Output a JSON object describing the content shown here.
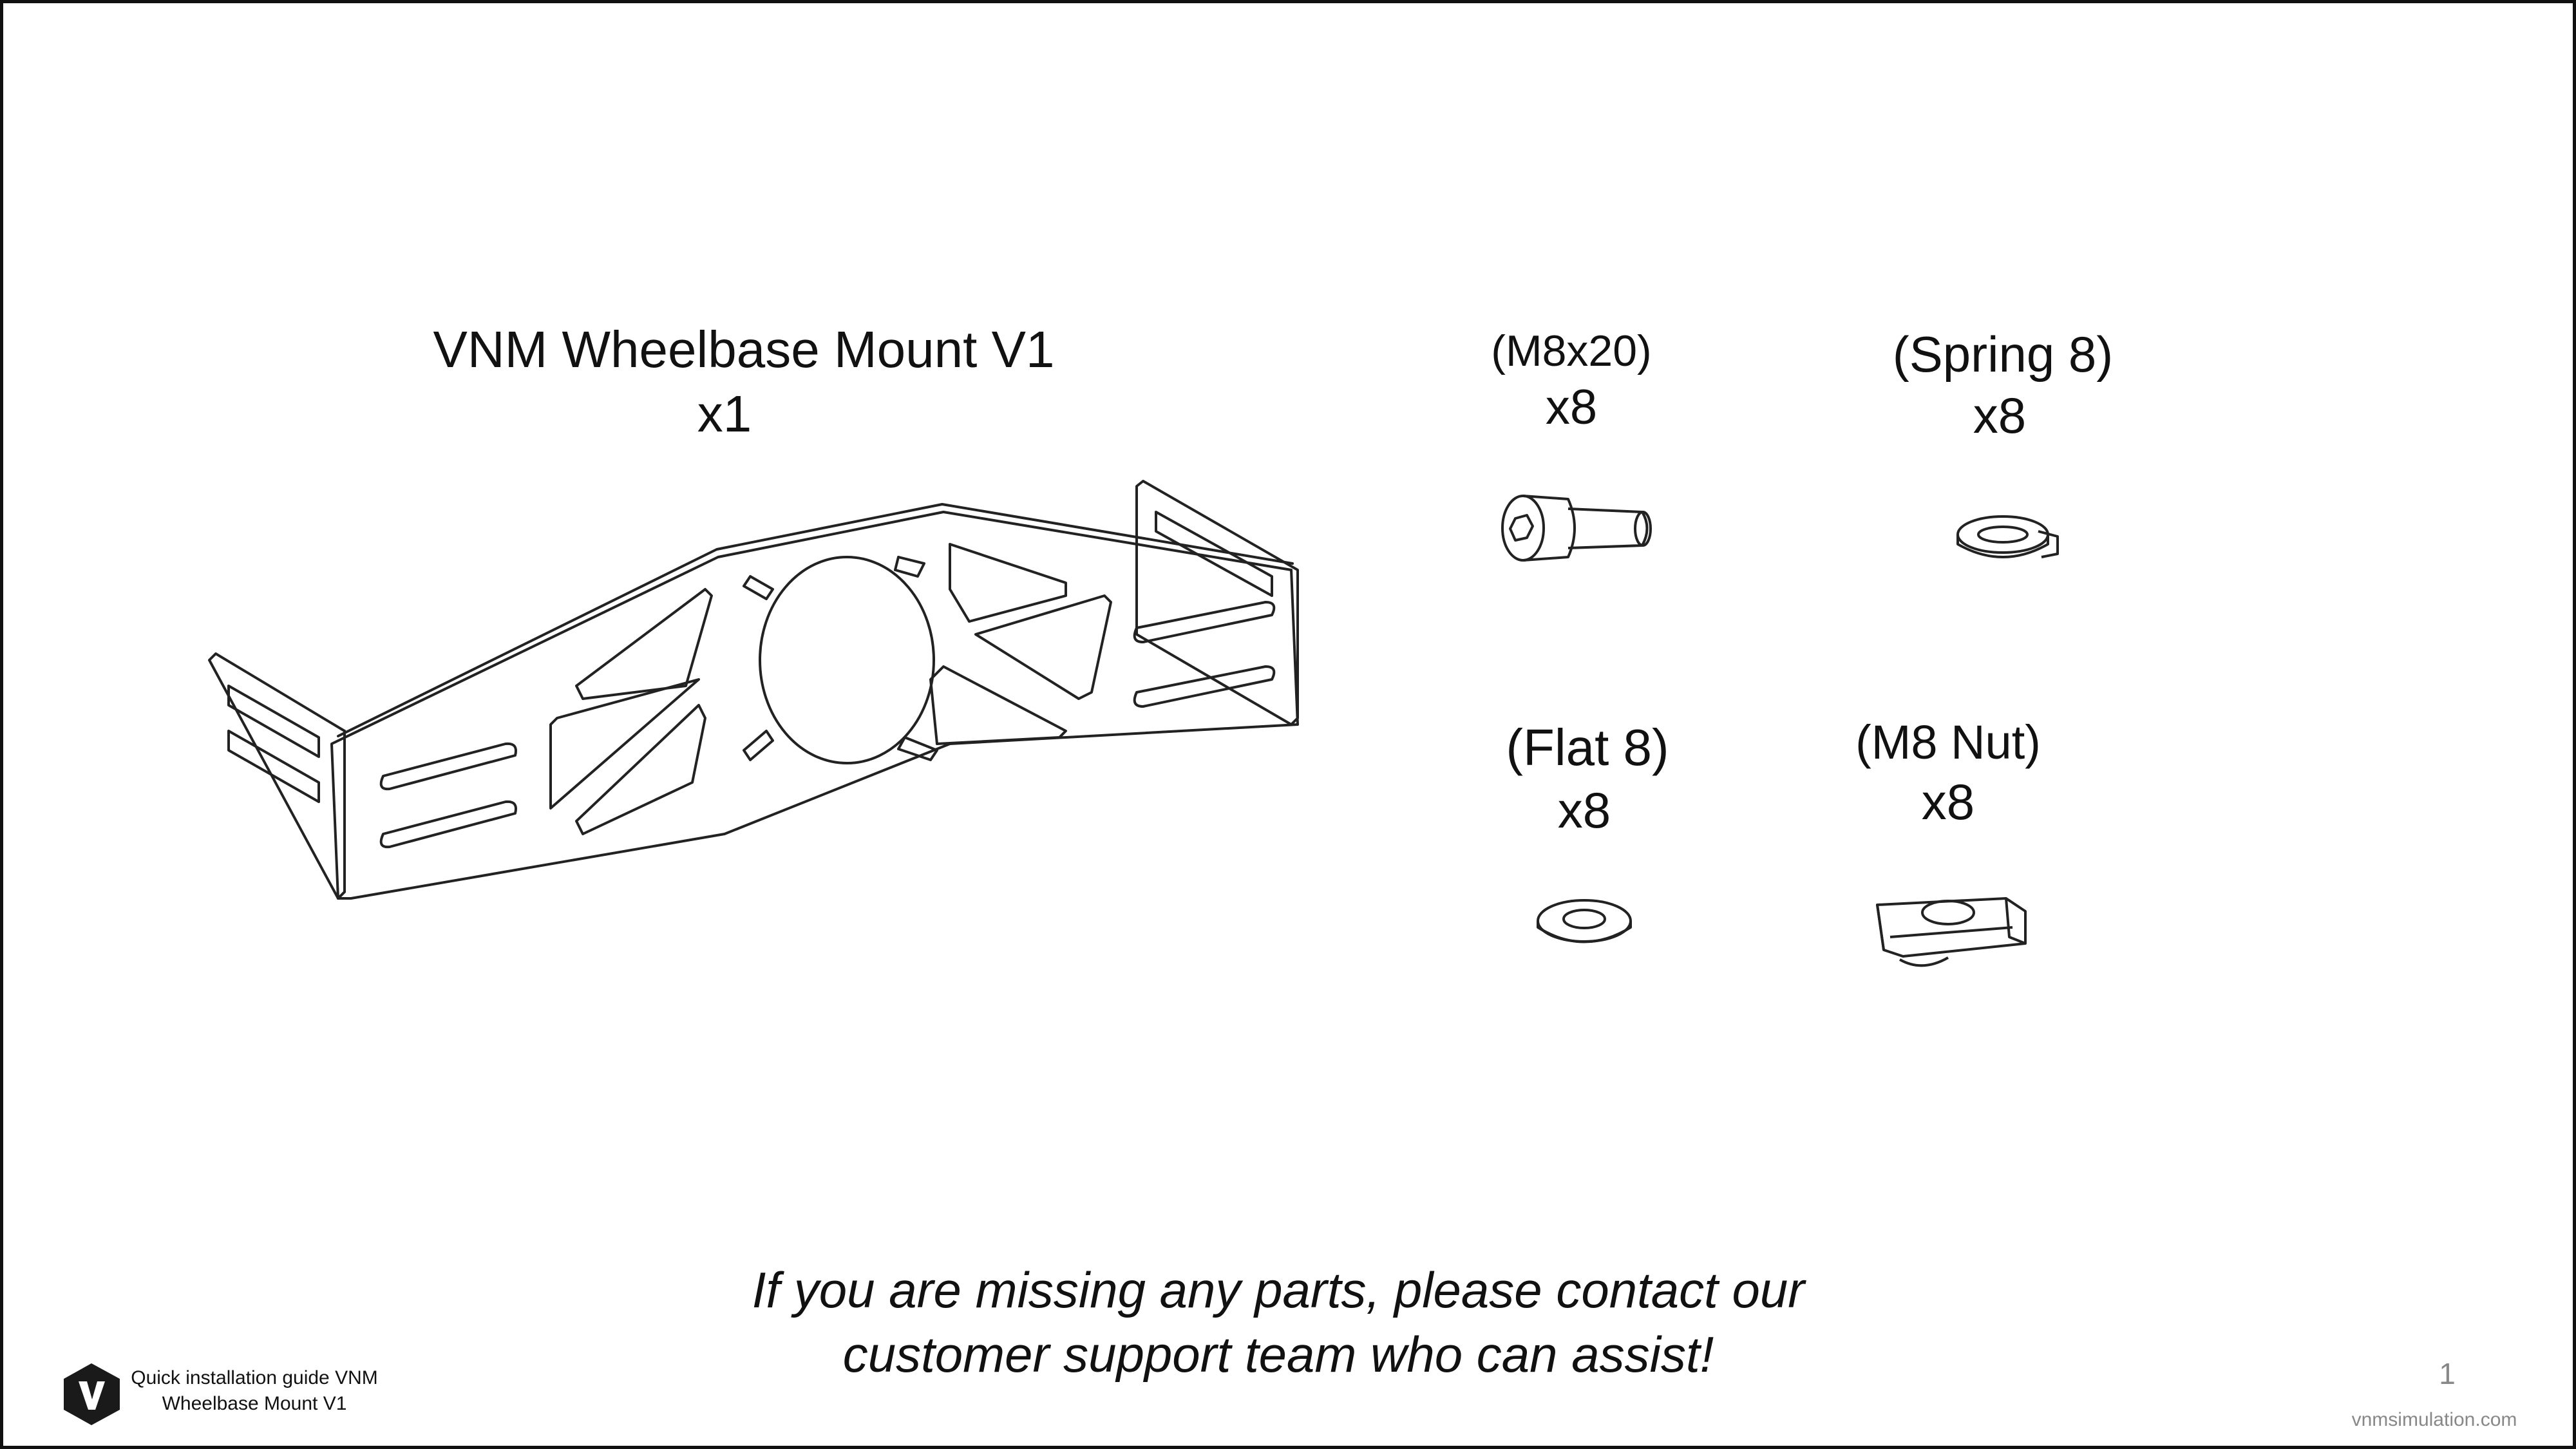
{
  "main_part": {
    "name": "VNM Wheelbase Mount V1",
    "quantity": "x1"
  },
  "hardware": [
    {
      "code": "(M8x20)",
      "quantity": "x8",
      "icon": "bolt-icon"
    },
    {
      "code": "(Spring 8)",
      "quantity": "x8",
      "icon": "spring-washer-icon"
    },
    {
      "code": "(Flat 8)",
      "quantity": "x8",
      "icon": "flat-washer-icon"
    },
    {
      "code": "(M8 Nut)",
      "quantity": "x8",
      "icon": "t-nut-icon"
    }
  ],
  "notice": {
    "line1": "If you are missing any parts, please contact our",
    "line2": "customer support team who can assist!"
  },
  "footer": {
    "guide_line1": "Quick installation guide VNM",
    "guide_line2": "Wheelbase Mount V1",
    "page_number": "1",
    "website": "vnmsimulation.com"
  },
  "logo": {
    "letter": "V",
    "color": "#1a1a1a"
  }
}
